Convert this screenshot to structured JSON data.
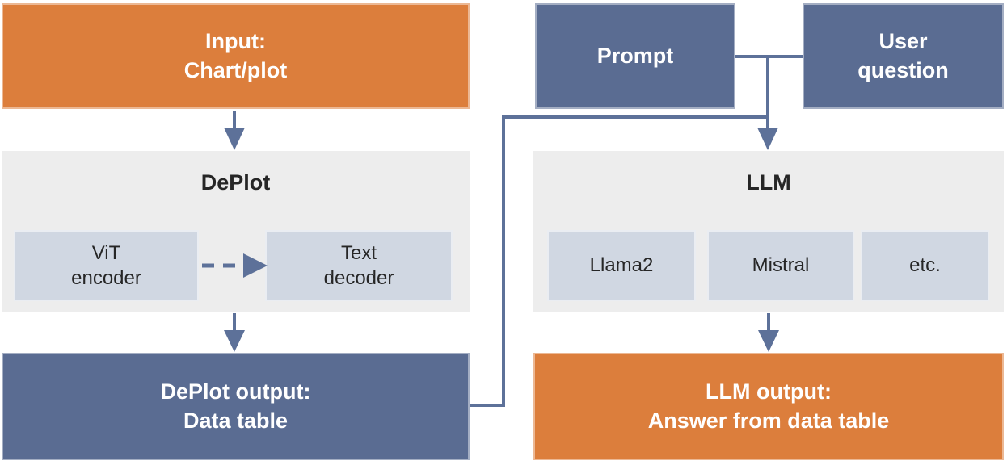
{
  "diagram": {
    "left": {
      "input_label": "Input:\nChart/plot",
      "deplot_title": "DePlot",
      "vit_encoder_label": "ViT\nencoder",
      "text_decoder_label": "Text\ndecoder",
      "deplot_output_label": "DePlot output:\nData table"
    },
    "right": {
      "prompt_label": "Prompt",
      "user_question_label": "User\nquestion",
      "llm_title": "LLM",
      "models": [
        "Llama2",
        "Mistral",
        "etc."
      ],
      "llm_output_label": "LLM output:\nAnswer from data table"
    },
    "colors": {
      "orange": "#DC7E3C",
      "blue": "#5A6C92",
      "panel_grey": "#EDEDED",
      "chip_blue": "#D0D7E2",
      "connector": "#5D7199",
      "text_dark": "#262626",
      "text_light": "#FFFFFF"
    }
  }
}
